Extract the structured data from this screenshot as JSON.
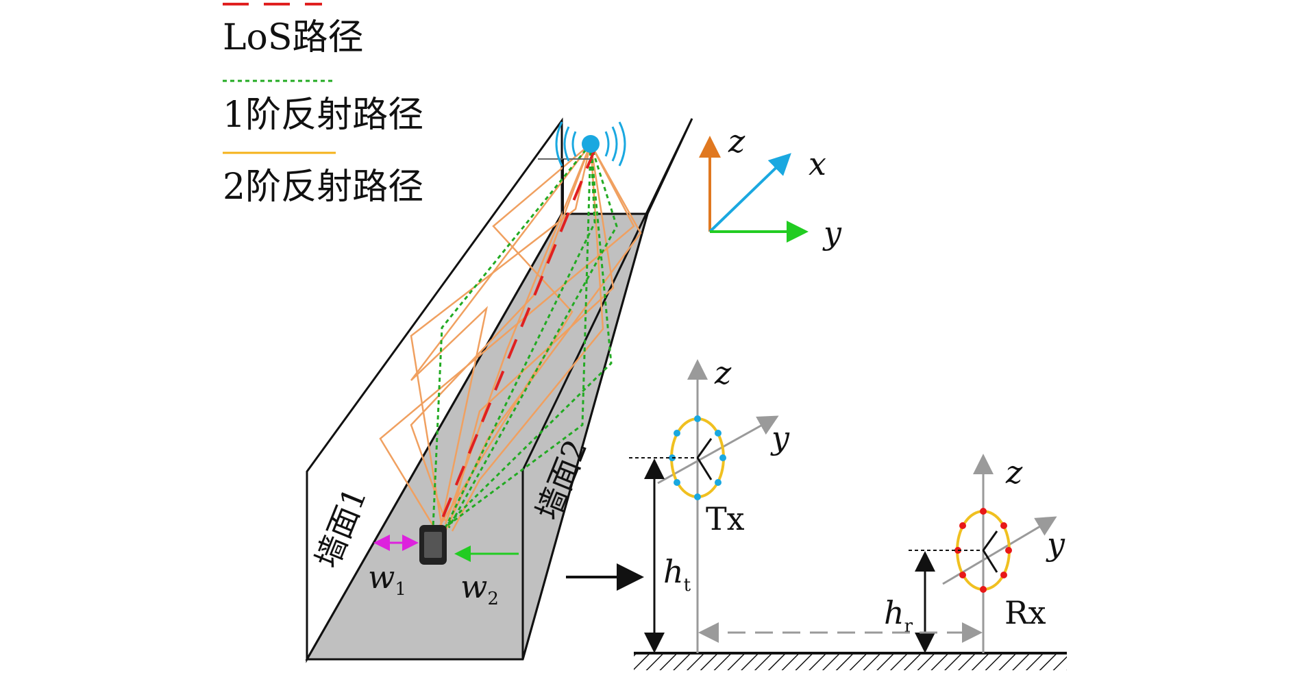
{
  "legend": {
    "items": [
      {
        "label": "LoS路径",
        "color": "#e02020",
        "style": "dashed"
      },
      {
        "label": "1阶反射路径",
        "color": "#22aa22",
        "style": "dotted"
      },
      {
        "label": "2阶反射路径",
        "color": "#f5b21a",
        "style": "solid"
      }
    ]
  },
  "street": {
    "wall1_label": "墙面1",
    "wall2_label": "墙面2",
    "w1": "w",
    "w1_sub": "1",
    "w2": "w",
    "w2_sub": "2"
  },
  "global_axes": {
    "z": "z",
    "x": "x",
    "y": "y"
  },
  "tx": {
    "label": "Tx",
    "height": "h",
    "height_sub": "t",
    "z": "z",
    "y": "y"
  },
  "rx": {
    "label": "Rx",
    "height": "h",
    "height_sub": "r",
    "z": "z",
    "y": "y"
  },
  "colors": {
    "los": "#e02020",
    "first_order": "#22aa22",
    "second_order": "#f0a060",
    "legend_second_order": "#f5b21a",
    "floor": "#c0c0c0",
    "axis_z": "#e07820",
    "axis_x": "#1aa8e0",
    "axis_y": "#22cc22",
    "w1_arrow": "#dd22dd",
    "w2_arrow": "#22cc22",
    "tx_elements": "#1aa8e0",
    "rx_elements": "#e81818",
    "ring": "#f0c020",
    "gray_axis": "#9a9a9a"
  },
  "icons": [
    "antenna-icon",
    "phone-icon",
    "ground-hatch-icon"
  ]
}
